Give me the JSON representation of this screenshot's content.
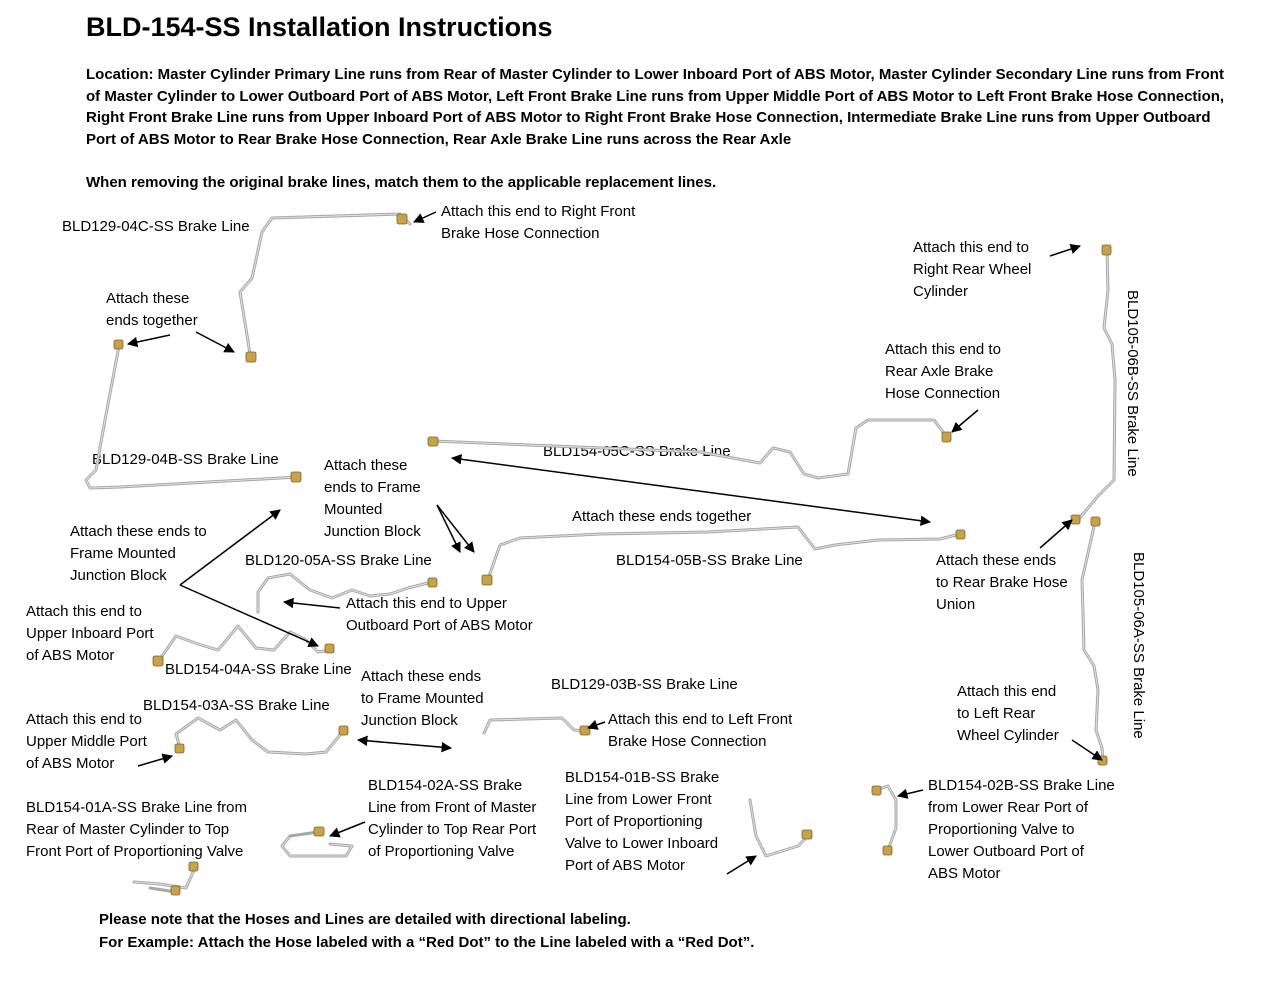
{
  "title": "BLD-154-SS Installation Instructions",
  "location_text": "Location: Master Cylinder Primary Line runs from Rear of Master Cylinder to Lower Inboard Port of ABS Motor, Master Cylinder Secondary Line runs from Front of Master Cylinder to Lower Outboard Port of ABS Motor, Left Front Brake Line runs from Upper Middle Port of ABS Motor to Left Front Brake Hose Connection, Right Front Brake Line runs from Upper Inboard Port of ABS Motor to Right Front Brake Hose Connection, Intermediate Brake Line runs from Upper Outboard Port of ABS Motor to Rear Brake Hose Connection, Rear Axle Brake Line runs across the Rear Axle",
  "removal_text": "When removing the original brake lines, match them to the applicable replacement lines.",
  "part_labels": {
    "bld129_04c": "BLD129-04C-SS Brake Line",
    "bld129_04b": "BLD129-04B-SS Brake Line",
    "bld154_05c": "BLD154-05C-SS Brake Line",
    "bld154_05b": "BLD154-05B-SS Brake Line",
    "bld120_05a": "BLD120-05A-SS Brake Line",
    "bld154_04a": "BLD154-04A-SS Brake Line",
    "bld154_03a": "BLD154-03A-SS Brake Line",
    "bld129_03b": "BLD129-03B-SS Brake Line",
    "bld105_06b": "BLD105-06B-SS Brake Line",
    "bld105_06a": "BLD105-06A-SS Brake Line",
    "bld154_01a": "BLD154-01A-SS Brake Line from\nRear of Master Cylinder to Top\nFront Port of Proportioning Valve",
    "bld154_02a": "BLD154-02A-SS Brake\nLine from Front of Master\nCylinder to Top Rear Port\nof Proportioning Valve",
    "bld154_01b": "BLD154-01B-SS Brake\nLine from Lower Front\nPort of Proportioning\nValve to Lower Inboard\nPort of ABS Motor",
    "bld154_02b": "BLD154-02B-SS Brake Line\nfrom Lower Rear Port of\nProportioning Valve to\nLower Outboard Port of\nABS Motor"
  },
  "callouts": {
    "right_front_hose": "Attach this end to Right Front\nBrake Hose Connection",
    "ends_together_1": "Attach these\nends together",
    "right_rear_wheel": "Attach this end to\nRight Rear Wheel\nCylinder",
    "rear_axle_hose": "Attach this end to\nRear Axle Brake\nHose Connection",
    "frame_junction_1": "Attach these\nends to Frame\nMounted\nJunction Block",
    "frame_junction_2": "Attach these ends to\nFrame Mounted\nJunction Block",
    "ends_together_2": "Attach these ends together",
    "rear_hose_union": "Attach these ends\nto Rear Brake Hose\nUnion",
    "upper_outboard_abs": "Attach this end to Upper\nOutboard Port of ABS Motor",
    "upper_inboard_abs": "Attach this end to\nUpper Inboard Port\nof ABS Motor",
    "frame_junction_3": "Attach these ends\nto Frame Mounted\nJunction Block",
    "left_front_hose": "Attach this end to Left Front\nBrake Hose Connection",
    "upper_middle_abs": "Attach this end to\nUpper Middle Port\nof ABS Motor",
    "left_rear_wheel": "Attach this end\nto Left Rear\nWheel Cylinder"
  },
  "note_text": "Please note that the Hoses and Lines are detailed with directional labeling.\nFor Example: Attach the Hose labeled with a “Red Dot” to the Line labeled with a “Red Dot”.",
  "colors": {
    "brake_line": "#a7a7a7",
    "fitting": "#c8a24a",
    "text": "#000000"
  }
}
